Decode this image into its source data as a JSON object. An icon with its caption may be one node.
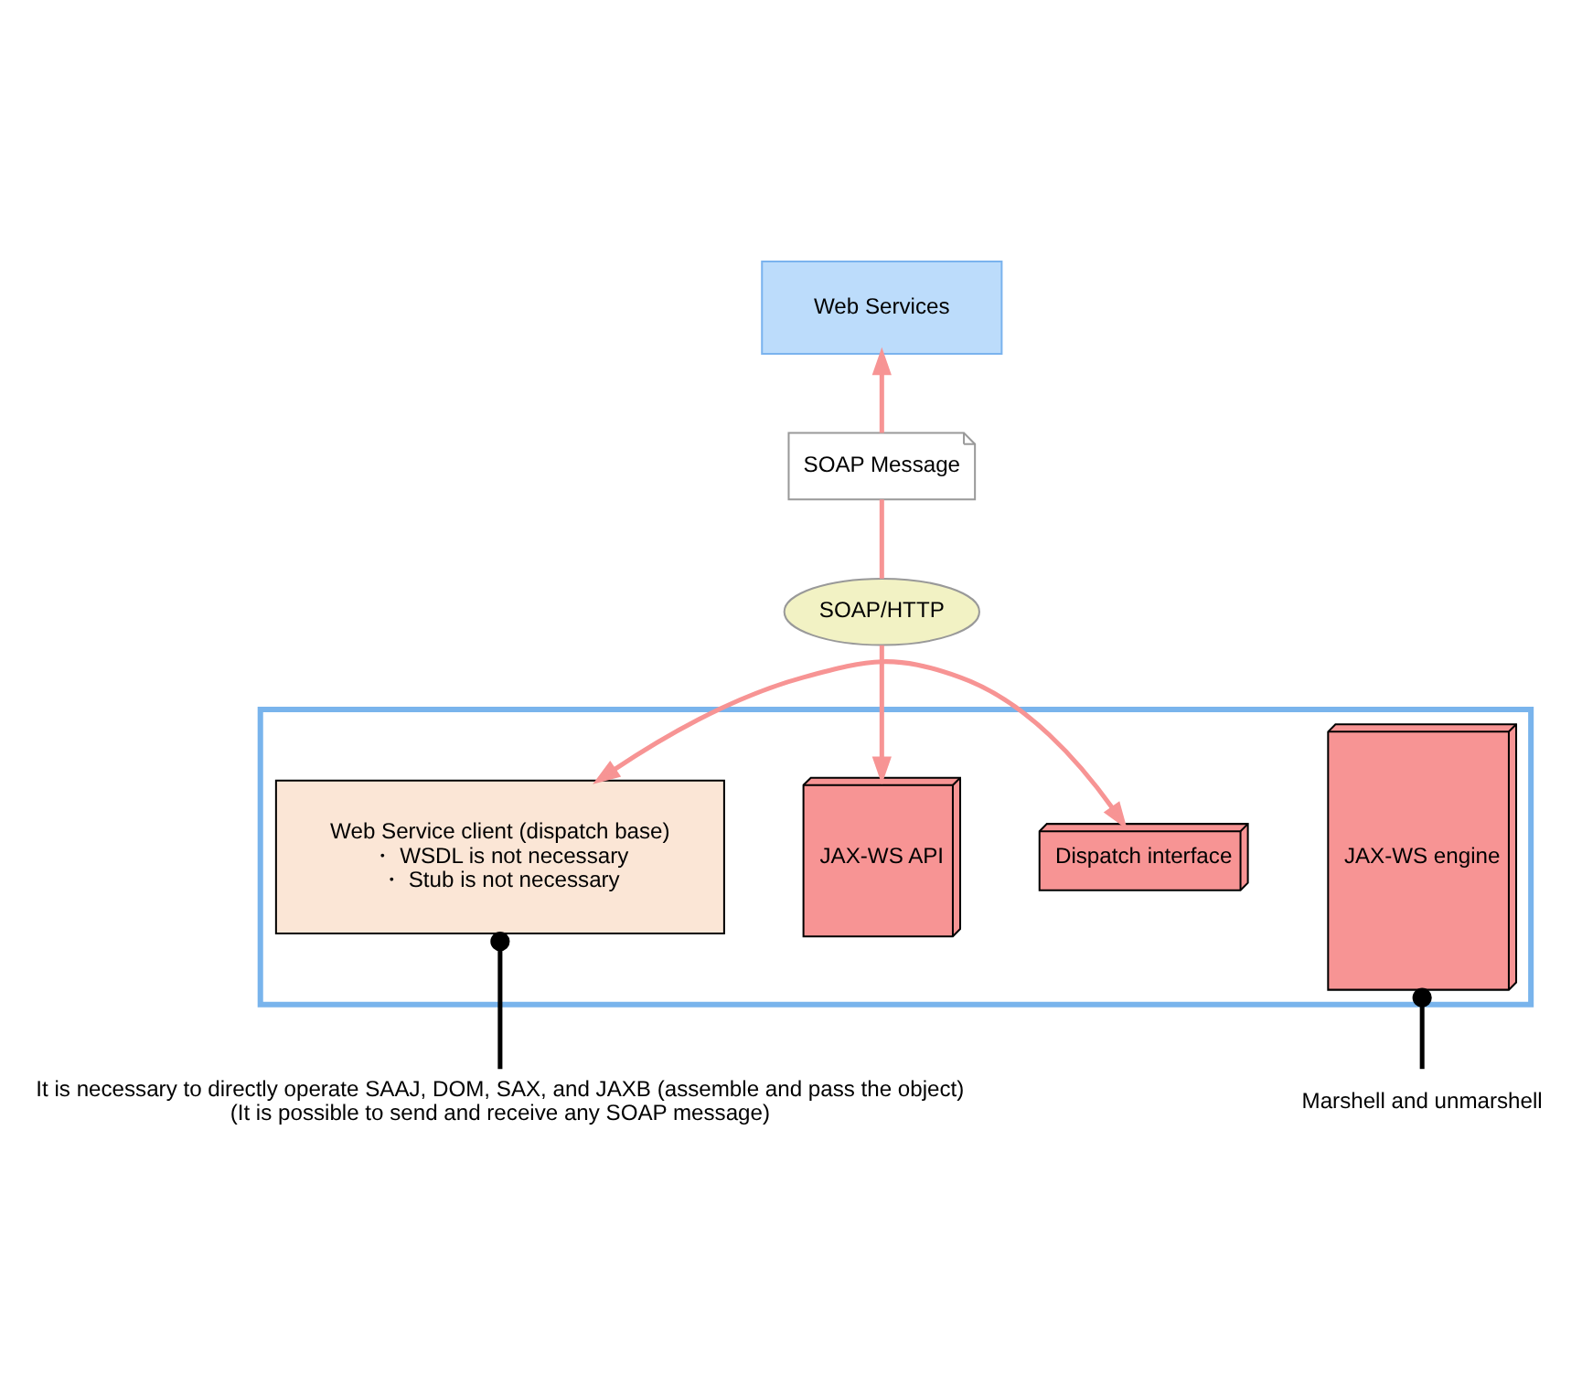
{
  "diagram": {
    "nodes": [
      {
        "text": [
          "Web Services"
        ]
      },
      {
        "text": [
          "SOAP Message"
        ]
      },
      {
        "text": [
          "SOAP/HTTP"
        ]
      },
      {
        "text": [],
        "shape": "box"
      },
      {
        "text": [
          "Web Service client (dispatch base)",
          "・ WSDL is not necessary",
          "・ Stub is not necessary"
        ],
        "in": 3
      },
      {
        "text": [
          "JAX-WS API"
        ],
        "in": 3
      },
      {
        "text": [
          "Dispatch interface"
        ],
        "in": 3
      },
      {
        "text": [
          "JAX-WS engine"
        ],
        "in": 3
      },
      {
        "text": [
          "It is necessary to directly operate SAAJ, DOM, SAX, and JAXB (assemble and pass the object)",
          "(It is possible to send and receive any SOAP message)"
        ]
      },
      {
        "text": [
          "Marshell and unmarshell"
        ]
      }
    ],
    "edges": [
      {
        "from": 1,
        "to": 0,
        "arrow": "to"
      },
      {
        "from": 2,
        "to": 1,
        "arrow": "none"
      },
      {
        "from": 2,
        "to": 5,
        "arrow": "to"
      },
      {
        "from": 4,
        "to": 6,
        "arrow": "both"
      },
      {
        "from": 8,
        "to": 4,
        "arrow": "other",
        "color": "#000000"
      },
      {
        "from": 9,
        "to": 7,
        "arrow": "other",
        "color": "#000000"
      }
    ]
  }
}
